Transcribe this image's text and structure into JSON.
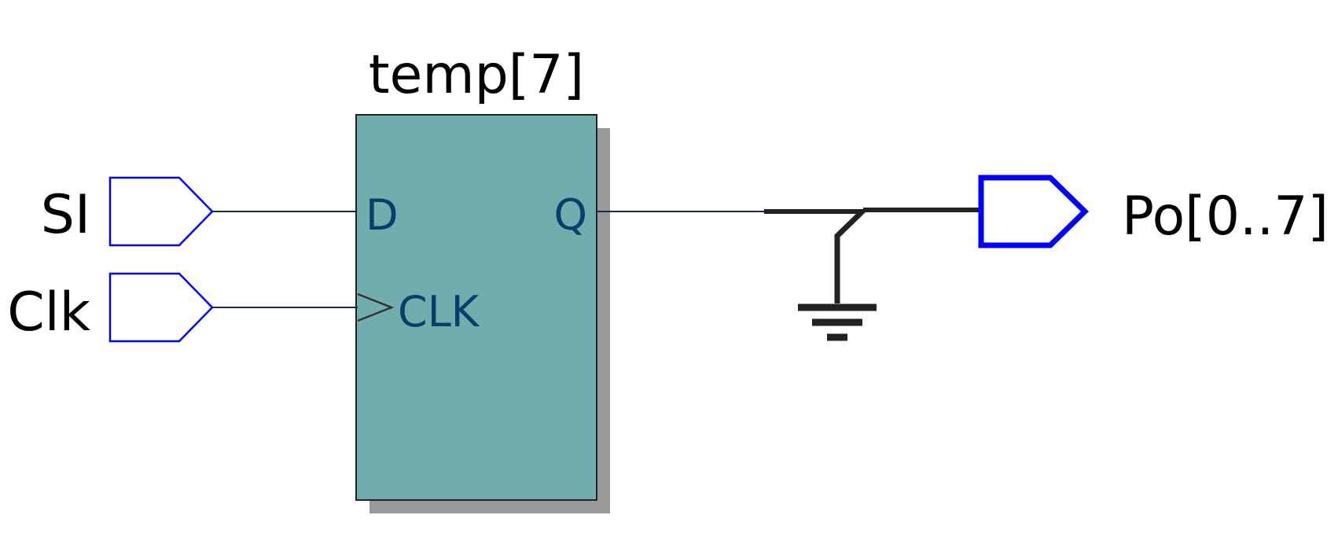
{
  "cell": {
    "instance_name": "temp[7]",
    "pins": {
      "d": "D",
      "clk": "CLK",
      "q": "Q"
    }
  },
  "ports": {
    "inputs": [
      {
        "name": "SI"
      },
      {
        "name": "Clk"
      }
    ],
    "output": {
      "name": "Po[0..7]"
    }
  },
  "colors": {
    "cell_fill": "#72adae",
    "cell_shadow": "#999999",
    "pin_text": "#0b3d6b",
    "port_stroke": "#0000ff",
    "bus_wire": "#222222",
    "wire": "#1a2a44"
  }
}
